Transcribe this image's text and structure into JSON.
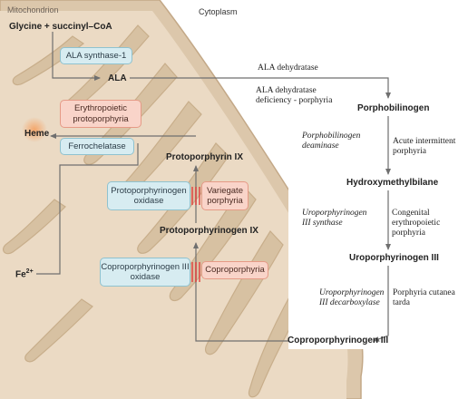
{
  "regions": {
    "mitochondrion": "Mitochondrion",
    "cytoplasm": "Cytoplasm"
  },
  "metabolites": {
    "glycine": "Glycine + succinyl–CoA",
    "ala": "ALA",
    "porphobilinogen": "Porphobilinogen",
    "hydroxymethylbilane": "Hydroxymethylbilane",
    "uroporphyrinogen3": "Uroporphyrinogen III",
    "coproporphyrinogen3": "Coproporphyrinogen III",
    "protoporphyrinogen9": "Protoporphyrinogen IX",
    "protoporphyrin9": "Protoporphyrin IX",
    "heme": "Heme",
    "fe_base": "Fe",
    "fe_sup": "2+"
  },
  "enzymes": {
    "ala_synthase": "ALA synthase-1",
    "ferrochelatase": "Ferrochelatase",
    "protoporphyrinogen_oxidase": [
      "Protoporphyrinogen",
      "oxidase"
    ],
    "coproporphyrinogen_oxidase": [
      "Coproporphyrinogen III",
      "oxidase"
    ],
    "ala_dehydratase": "ALA dehydratase",
    "pbg_deaminase": [
      "Porphobilinogen",
      "deaminase"
    ],
    "uro_synthase": [
      "Uroporphyrinogen",
      "III synthase"
    ],
    "uro_decarboxylase": [
      "Uroporphyrinogen",
      "III decarboxylase"
    ]
  },
  "disorders": {
    "erythropoietic_protoporphyria": [
      "Erythropoietic",
      "protoporphyria"
    ],
    "variegate_porphyria": [
      "Variegate",
      "porphyria"
    ],
    "coproporphyria": "Coproporphyria",
    "ala_dehydratase_deficiency": [
      "ALA dehydratase",
      "deficiency - porphyria"
    ],
    "acute_intermittent_porphyria": [
      "Acute intermittent",
      "porphyria"
    ],
    "congenital_erythropoietic_porphyria": [
      "Congenital",
      "erythropoietic",
      "porphyria"
    ],
    "porphyria_cutanea_tarda": [
      "Porphyria cutanea",
      "tarda"
    ]
  },
  "colors": {
    "mito_outer": "#dcc7ab",
    "mito_inner": "#ebdac4",
    "cristae": "#d3bb9b",
    "enzyme_fill": "#d7ecf1",
    "disorder_fill": "#f9d4c9",
    "arrow": "#6f6f6f",
    "block_mark": "#e23b3b"
  }
}
